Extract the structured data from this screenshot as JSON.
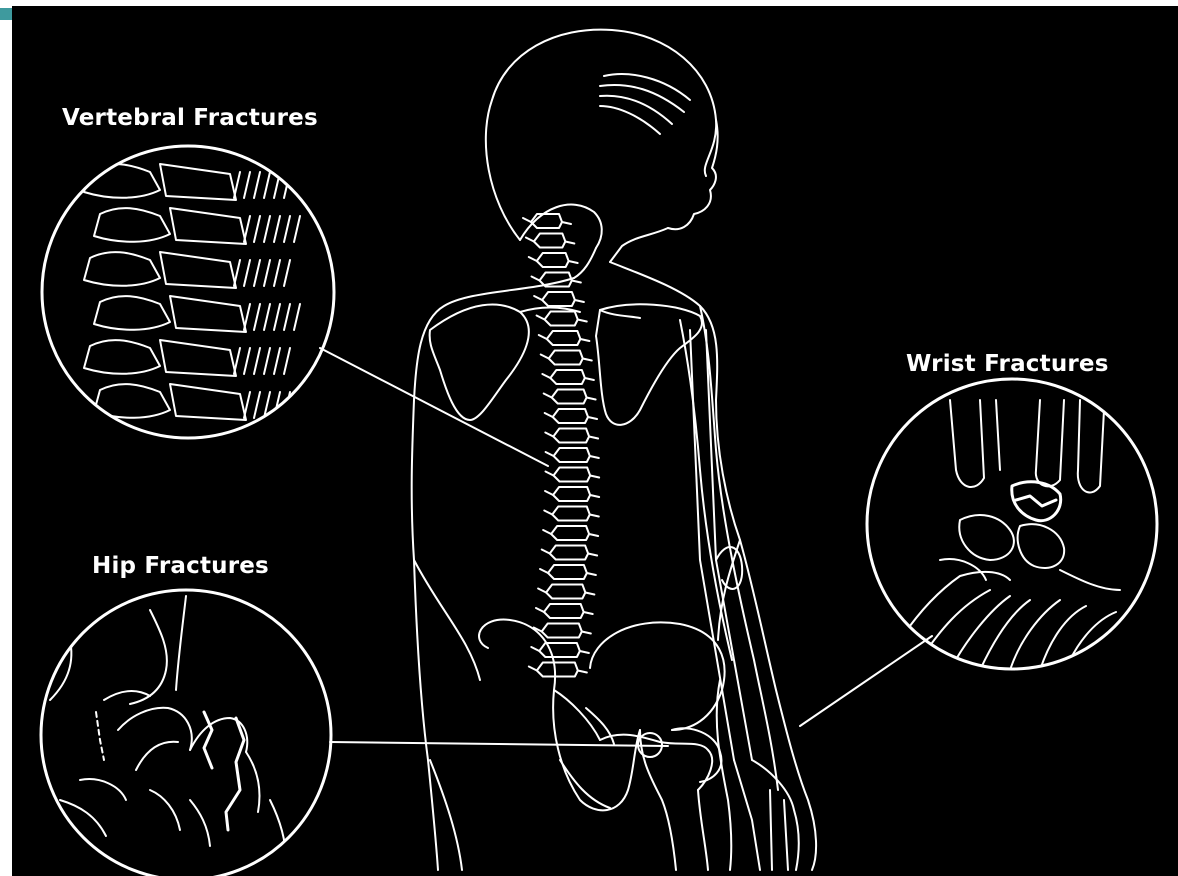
{
  "labels": {
    "vertebral": "Vertebral Fractures",
    "wrist": "Wrist Fractures",
    "hip": "Hip Fractures"
  },
  "colors": {
    "background": "#000000",
    "line": "#ffffff",
    "frame_accent": "#3e9a9e",
    "page_edge": "#ffffff"
  },
  "icons": {
    "figure": "female-skeleton-figure",
    "vertebral_inset": "vertebral-fracture-magnifier",
    "wrist_inset": "wrist-fracture-magnifier",
    "hip_inset": "hip-fracture-magnifier"
  }
}
